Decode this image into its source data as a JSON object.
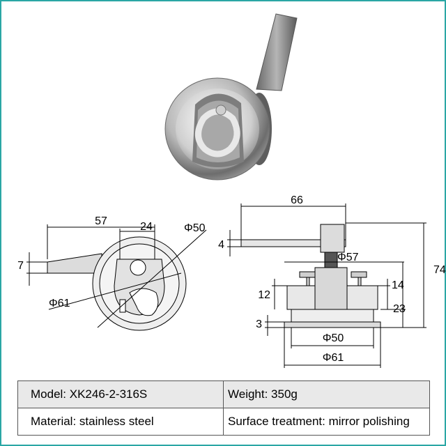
{
  "colors": {
    "border": "#2aa7a5",
    "line": "#000000",
    "table_header_bg": "#e9e9e9"
  },
  "dimensions": {
    "front_width_57": "57",
    "front_offset_24": "24",
    "front_dia_50": "Φ50",
    "front_dia_61": "Φ61",
    "front_handle_7": "7",
    "side_length_66": "66",
    "side_thickness_4": "4",
    "side_dia_57": "Φ57",
    "side_height_74": "74",
    "side_12": "12",
    "side_14": "14",
    "side_23": "23",
    "side_3": "3",
    "side_dia_50": "Φ50",
    "side_dia_61": "Φ61"
  },
  "specs": {
    "model": "Model: XK246-2-316S",
    "weight": "Weight: 350g",
    "material": "Material: stainless steel",
    "surface": "Surface treatment: mirror polishing"
  }
}
